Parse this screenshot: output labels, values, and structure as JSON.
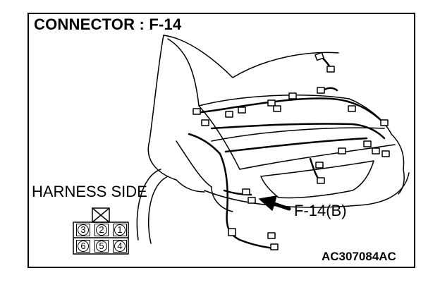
{
  "title": "CONNECTOR : F-14",
  "harness_side_label": "HARNESS SIDE",
  "callout_label": "F-14(B)",
  "figure_code": "AC307084AC",
  "connector_pins": {
    "top_row": [
      "3",
      "2",
      "1"
    ],
    "bottom_row": [
      "6",
      "5",
      "4"
    ]
  }
}
